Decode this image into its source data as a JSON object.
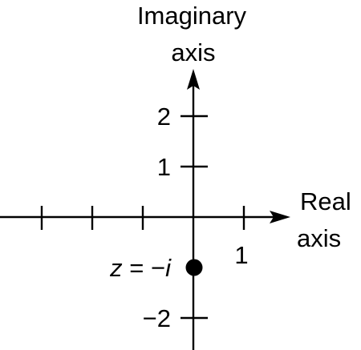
{
  "chart_data": {
    "type": "scatter",
    "xlabel": [
      "Real",
      "axis"
    ],
    "ylabel": [
      "Imaginary",
      "axis"
    ],
    "x_ticks": [
      -3,
      -2,
      -1,
      1
    ],
    "y_ticks": [
      -2,
      1,
      2
    ],
    "x_tick_labels": [
      {
        "value": 1,
        "text": "1"
      }
    ],
    "y_tick_labels": [
      {
        "value": 2,
        "text": "2"
      },
      {
        "value": 1,
        "text": "1"
      },
      {
        "value": -2,
        "text": "−2"
      }
    ],
    "points": [
      {
        "x": 0,
        "y": -1,
        "label_lhs": "z",
        "label_rhs": " = −",
        "label_var": "i"
      }
    ],
    "grid": false,
    "legend": false
  }
}
